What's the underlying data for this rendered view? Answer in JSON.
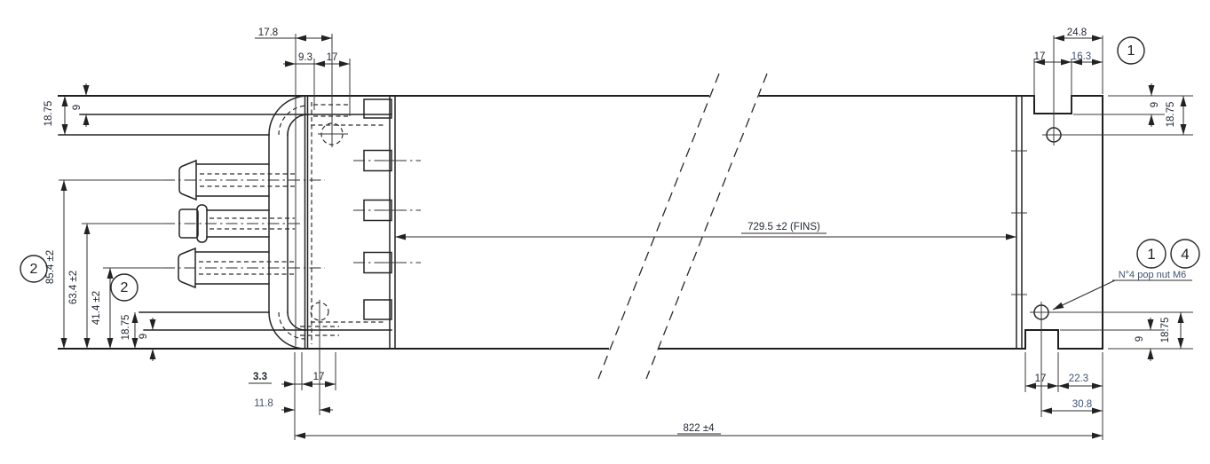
{
  "drawing": {
    "kind": "engineering dimension drawing (heat exchanger / cooler side view)",
    "colors": {
      "line": "#1f1f1f",
      "dim_text": "#1e2430",
      "dim_text_blue": "#3d5272"
    },
    "dims": {
      "tl_17_8": "17.8",
      "tl_9_3": "9.3",
      "tl_17": "17",
      "lt_18_75": "18.75",
      "lt_9": "9",
      "l_85_4": "85.4 ±2",
      "l_63_4": "63.4 ±2",
      "l_41_4": "41.4 ±2",
      "lb_18_75": "18.75",
      "lb_9": "9",
      "bl_3_3": "3.3",
      "bl_17": "17",
      "bl_11_8": "11.8",
      "fins": "729.5 ±2 (FINS)",
      "overall": "822 ±4",
      "tr_24_8": "24.8",
      "tr_17": "17",
      "tr_16_3": "16.3",
      "rt_9": "9",
      "rt_18_75": "18.75",
      "note": "N°4 pop nut M6",
      "br_17": "17",
      "br_22_3": "22.3",
      "br_30_8": "30.8",
      "rb_9": "9",
      "rb_18_75": "18.75"
    },
    "balloons": {
      "one": "1",
      "two": "2",
      "four": "4"
    }
  }
}
